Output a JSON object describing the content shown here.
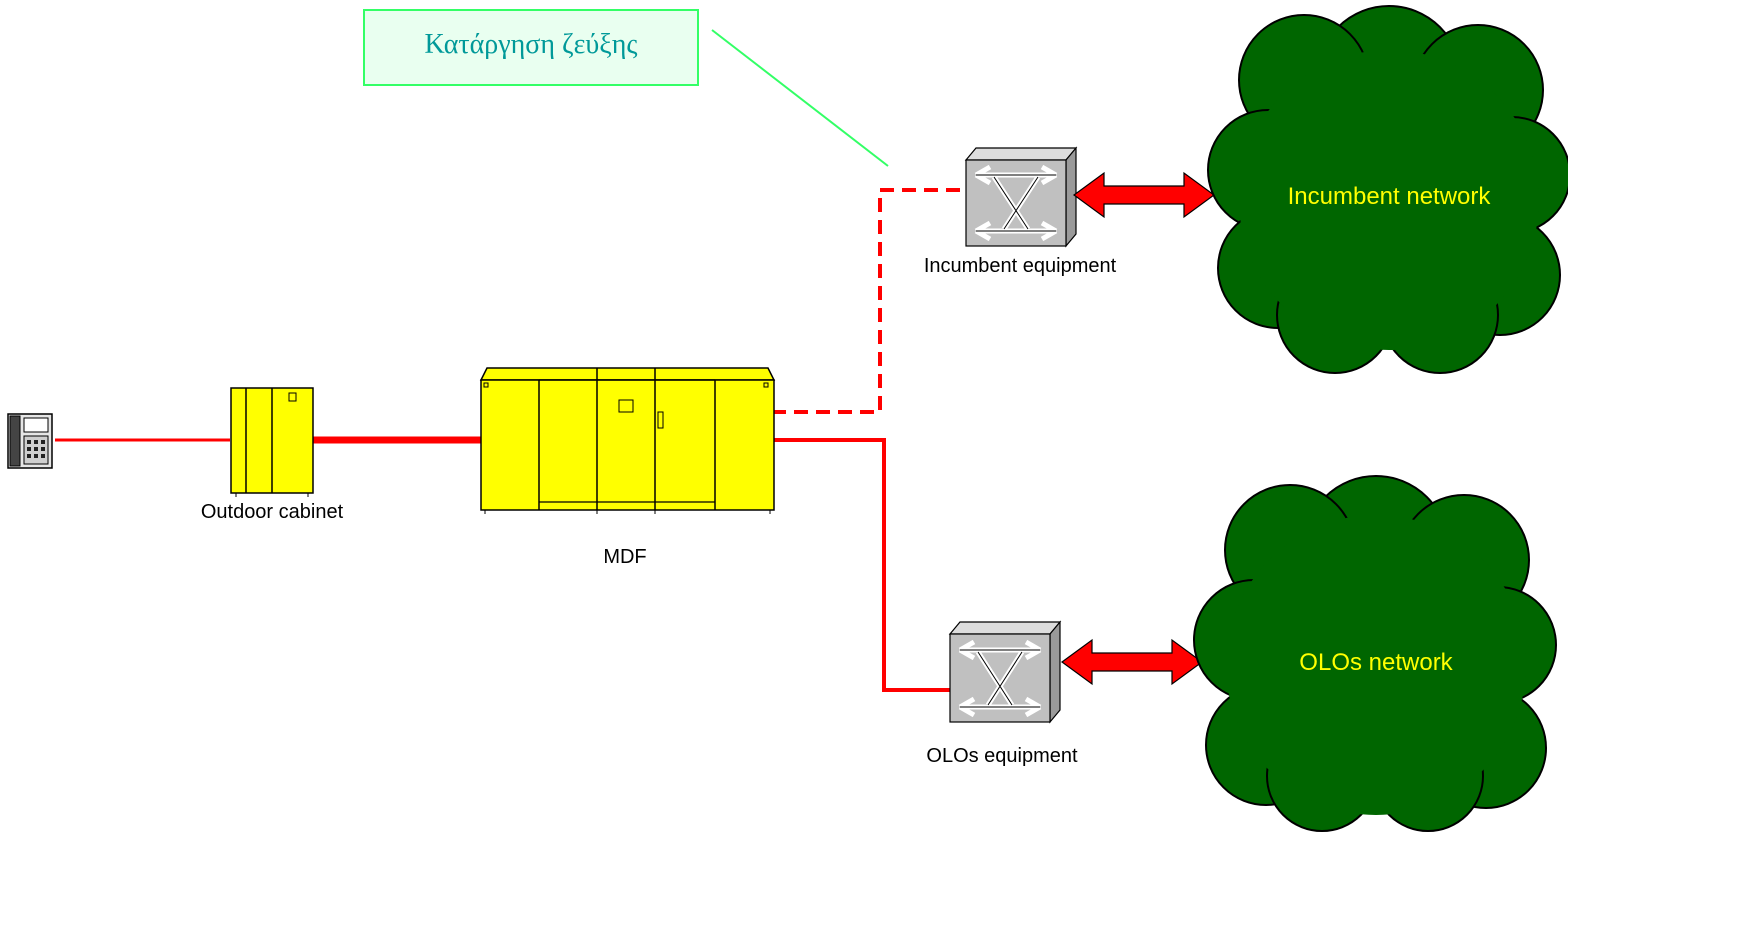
{
  "callout": {
    "text": "Κατάργηση ζεύξης"
  },
  "labels": {
    "outdoor_cabinet": "Outdoor cabinet",
    "mdf": "MDF",
    "incumbent_equipment": "Incumbent equipment",
    "olos_equipment": "OLOs equipment"
  },
  "clouds": {
    "incumbent": "Incumbent network",
    "olos": "OLOs network"
  },
  "colors": {
    "line": "#ff0000",
    "cabinet_fill": "#ffff00",
    "cloud_fill": "#006600",
    "cloud_text": "#ffff00",
    "callout_border": "#33ff66",
    "callout_fill": "#e9fff0",
    "callout_text": "#009999",
    "switch_fill": "#c0c0c0"
  },
  "icons": [
    "telephone-icon",
    "switch-icon",
    "double-arrow-icon",
    "cloud-icon"
  ]
}
